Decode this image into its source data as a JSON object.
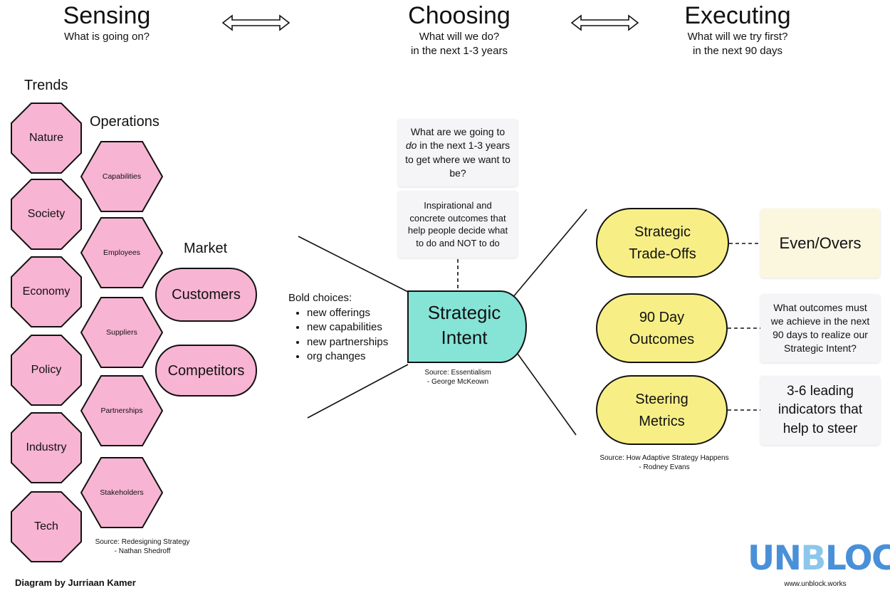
{
  "header": {
    "sensing": {
      "title": "Sensing",
      "subtitle": "What is going on?"
    },
    "choosing": {
      "title": "Choosing",
      "subtitle_line1": "What will we do?",
      "subtitle_line2": "in the next 1-3 years"
    },
    "executing": {
      "title": "Executing",
      "subtitle_line1": "What will we try first?",
      "subtitle_line2": "in the next 90 days"
    }
  },
  "sensing": {
    "trends_label": "Trends",
    "trends": [
      "Nature",
      "Society",
      "Economy",
      "Policy",
      "Industry",
      "Tech"
    ],
    "operations_label": "Operations",
    "operations": [
      "Capabilities",
      "Employees",
      "Suppliers",
      "Partnerships",
      "Stakeholders"
    ],
    "market_label": "Market",
    "market": [
      "Customers",
      "Competitors"
    ],
    "source_line1": "Source: Redesigning Strategy",
    "source_line2": "- Nathan Shedroff"
  },
  "choosing": {
    "question_pre": "What are we going to",
    "question_em": "do",
    "question_post": "in the next 1-3 years to get where we want to be?",
    "description": "Inspirational and concrete outcomes that help people decide what to do and NOT to do",
    "center_line1": "Strategic",
    "center_line2": "Intent",
    "bold_choices_title": "Bold choices:",
    "bold_choices": [
      "new offerings",
      "new capabilities",
      "new partnerships",
      "org changes"
    ],
    "source_line1": "Source: Essentialism",
    "source_line2": "- George McKeown"
  },
  "executing": {
    "items": [
      {
        "line1": "Strategic",
        "line2": "Trade-Offs",
        "note": "Even/Overs"
      },
      {
        "line1": "90 Day",
        "line2": "Outcomes",
        "note": "What outcomes must we achieve in the next 90 days to realize our Strategic Intent?"
      },
      {
        "line1": "Steering",
        "line2": "Metrics",
        "note": "3-6 leading indicators that help to steer"
      }
    ],
    "source_line1": "Source: How Adaptive Strategy Happens",
    "source_line2": "- Rodney Evans"
  },
  "footer": {
    "credit": "Diagram by Jurriaan Kamer",
    "logo_part1": "UN",
    "logo_part2": "B",
    "logo_part3": "LOCK",
    "logo_url": "www.unblock.works"
  },
  "colors": {
    "pink": "#f8b4d3",
    "teal": "#86e4d7",
    "yellow": "#f7ef86",
    "cream": "#fbf7de",
    "logo_blue": "#4a90d9",
    "logo_light_blue": "#8cc6ea"
  }
}
